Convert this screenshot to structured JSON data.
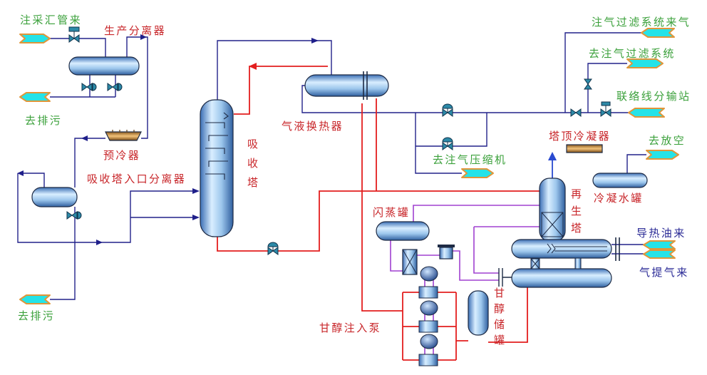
{
  "labels": {
    "inlet_header": "注采汇管来",
    "production_separator": "生产分离器",
    "drain_top": "去排污",
    "precooler": "预冷器",
    "absorber_inlet_separator": "吸收塔入口分离器",
    "drain_bottom": "去排污",
    "absorber": "吸收塔",
    "gas_liquid_exchanger": "气液换热器",
    "from_injection_filter": "注气过滤系统来气",
    "to_injection_filter": "去注气过滤系统",
    "tie_line_station": "联络线分输站",
    "overhead_condenser": "塔顶冷凝器",
    "to_vent": "去放空",
    "to_injection_compressor": "去注气压缩机",
    "condensate_drum": "冷凝水罐",
    "regenerator": "再生塔",
    "flash_tank": "闪蒸罐",
    "heat_oil_in": "导热油来",
    "stripping_gas_in": "气提气来",
    "glycol_storage_tank": "甘醇储罐",
    "glycol_injection_pump": "甘醇注入泵"
  },
  "colors": {
    "gas_line": "#22228a",
    "glycol_line": "#e31e1e",
    "rich_glycol_line": "#a040d0",
    "external_label": "#3aa03a",
    "equipment_label": "#c8262a",
    "utility_label": "#2a2a96",
    "connector_fill": "#25e3e8",
    "connector_outline": "#e0963a"
  }
}
